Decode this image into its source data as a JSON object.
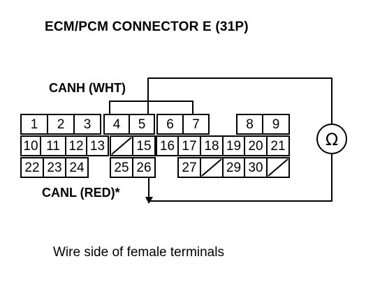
{
  "title": "ECM/PCM CONNECTOR E (31P)",
  "canh_label": "CANH (WHT)",
  "canl_label": "CANL (RED)*",
  "caption": "Wire side of female terminals",
  "meter_symbol": "Ω",
  "colors": {
    "line": "#000000",
    "background": "#ffffff"
  },
  "rows": [
    [
      "1",
      "2",
      "3",
      "4",
      "5",
      "6",
      "7",
      "",
      "8",
      "9"
    ],
    [
      "10",
      "11",
      "12",
      "13",
      "/",
      "15",
      "16",
      "17",
      "18",
      "19",
      "20",
      "21"
    ],
    [
      "22",
      "23",
      "24",
      "",
      "25",
      "26",
      "",
      "27",
      "/",
      "29",
      "30",
      "/"
    ]
  ]
}
